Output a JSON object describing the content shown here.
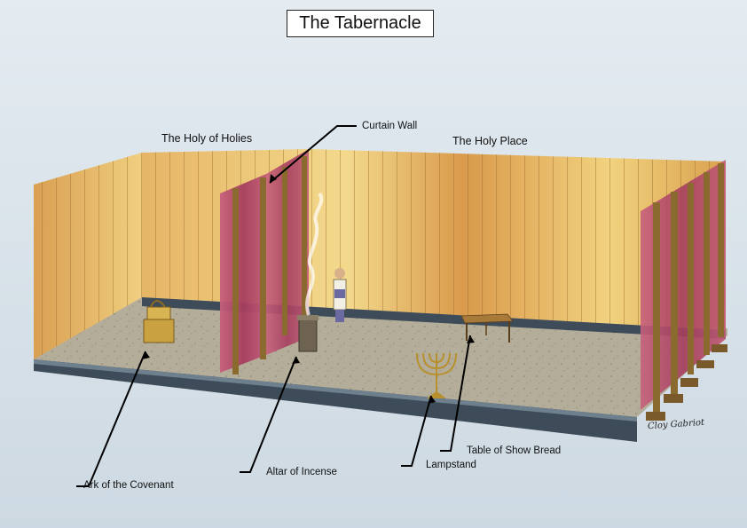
{
  "title": "The Tabernacle",
  "labels": {
    "holy_of_holies": "The Holy of Holies",
    "holy_place": "The Holy Place",
    "curtain_wall": "Curtain Wall",
    "ark": "Ark of the Covenant",
    "altar": "Altar of Incense",
    "lampstand": "Lampstand",
    "table": "Table of Show Bread"
  },
  "signature": "Cloy Gabriot",
  "colors": {
    "sky": "#d8e2ea",
    "wall_gold": "#e8c46a",
    "wall_shadow": "#c88a3c",
    "curtain": "#b84a6a",
    "floor": "#b3ad9a",
    "base_blocks": "#3e4c5a"
  }
}
